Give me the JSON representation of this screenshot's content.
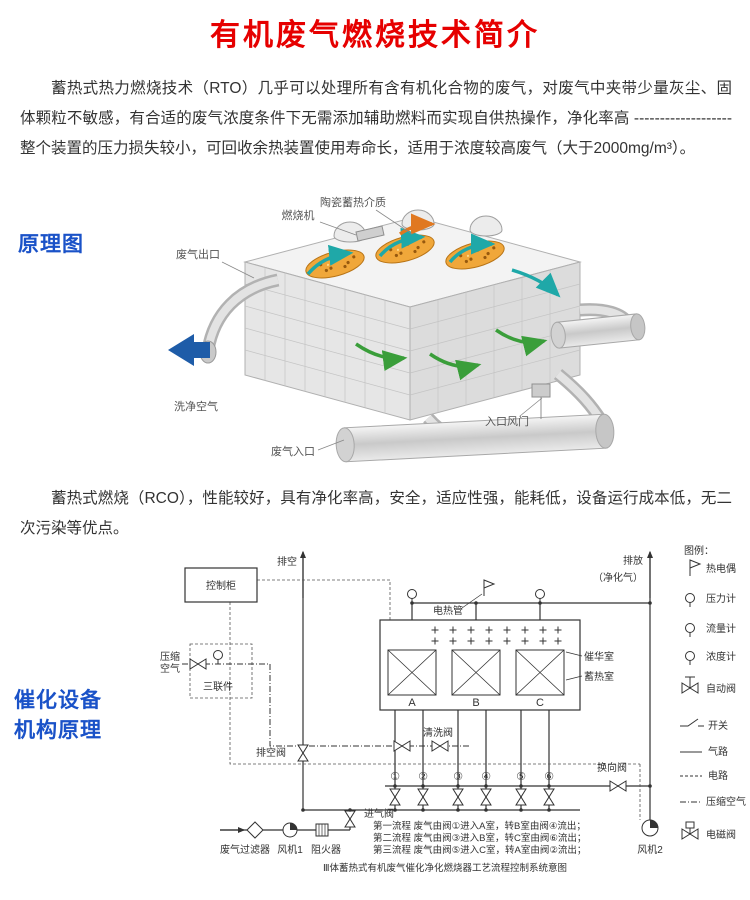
{
  "title": "有机废气燃烧技术简介",
  "colors": {
    "title_red": "#e60000",
    "section_blue": "#1a52c8"
  },
  "intro": "蓄热式热力燃烧技术（RTO）几乎可以处理所有含有机化合物的废气，对废气中夹带少量灰尘、固体颗粒不敏感，有合适的废气浓度条件下无需添加辅助燃料而实现自供热操作，净化率高 ------------------- 整个装置的压力损失较小，可回收余热装置使用寿命长，适用于浓度较高废气（大于2000mg/m³）。",
  "rco_paragraph": "蓄热式燃烧（RCO），性能较好，具有净化率高，安全，适应性强，能耗低，设备运行成本低，无二次污染等优点。",
  "section_labels": {
    "principle": "原理图",
    "catalytic_line1": "催化设备",
    "catalytic_line2": "机构原理"
  },
  "rto_diagram": {
    "ceramic_media": "陶瓷蓄热介质",
    "burner": "燃烧机",
    "gas_outlet": "废气出口",
    "clean_air": "洗净空气",
    "inlet_damper": "入口风门",
    "gas_inlet": "废气入口"
  },
  "schematic": {
    "vent": "排空",
    "control_cabinet": "控制柜",
    "heater": "电热管",
    "discharge": "排放",
    "discharge_sub": "（净化气）",
    "legend_title": "图例：",
    "legend": [
      "热电偶",
      "压力计",
      "流量计",
      "浓度计",
      "自动阀",
      "开关",
      "气路",
      "电路",
      "压缩空气",
      "电磁阀"
    ],
    "compressed_air_1": "压缩",
    "compressed_air_2": "空气",
    "triple_unit": "三联件",
    "chambers": [
      "A",
      "B",
      "C"
    ],
    "catalyst_room": "催华室",
    "heat_room": "蓄热室",
    "clean_valve": "清洗阀",
    "vent_valve": "排空阀",
    "reverse_valve": "换向阀",
    "intake_valve": "进气阀",
    "flame_arrester": "阻火器",
    "waste_gas": "废气",
    "filter": "过滤器",
    "fan1": "风机1",
    "fan2": "风机2",
    "valve_numbers": [
      "①",
      "②",
      "③",
      "④",
      "⑤",
      "⑥"
    ],
    "flows": [
      "第一流程 废气由阀①进入A室，转B室由阀④流出；",
      "第二流程 废气由阀③进入B室，转C室由阀⑥流出；",
      "第三流程 废气由阀⑤进入C室，转A室由阀②流出；"
    ],
    "caption": "Ⅲ体蓄热式有机废气催化净化燃烧器工艺流程控制系统意图"
  }
}
